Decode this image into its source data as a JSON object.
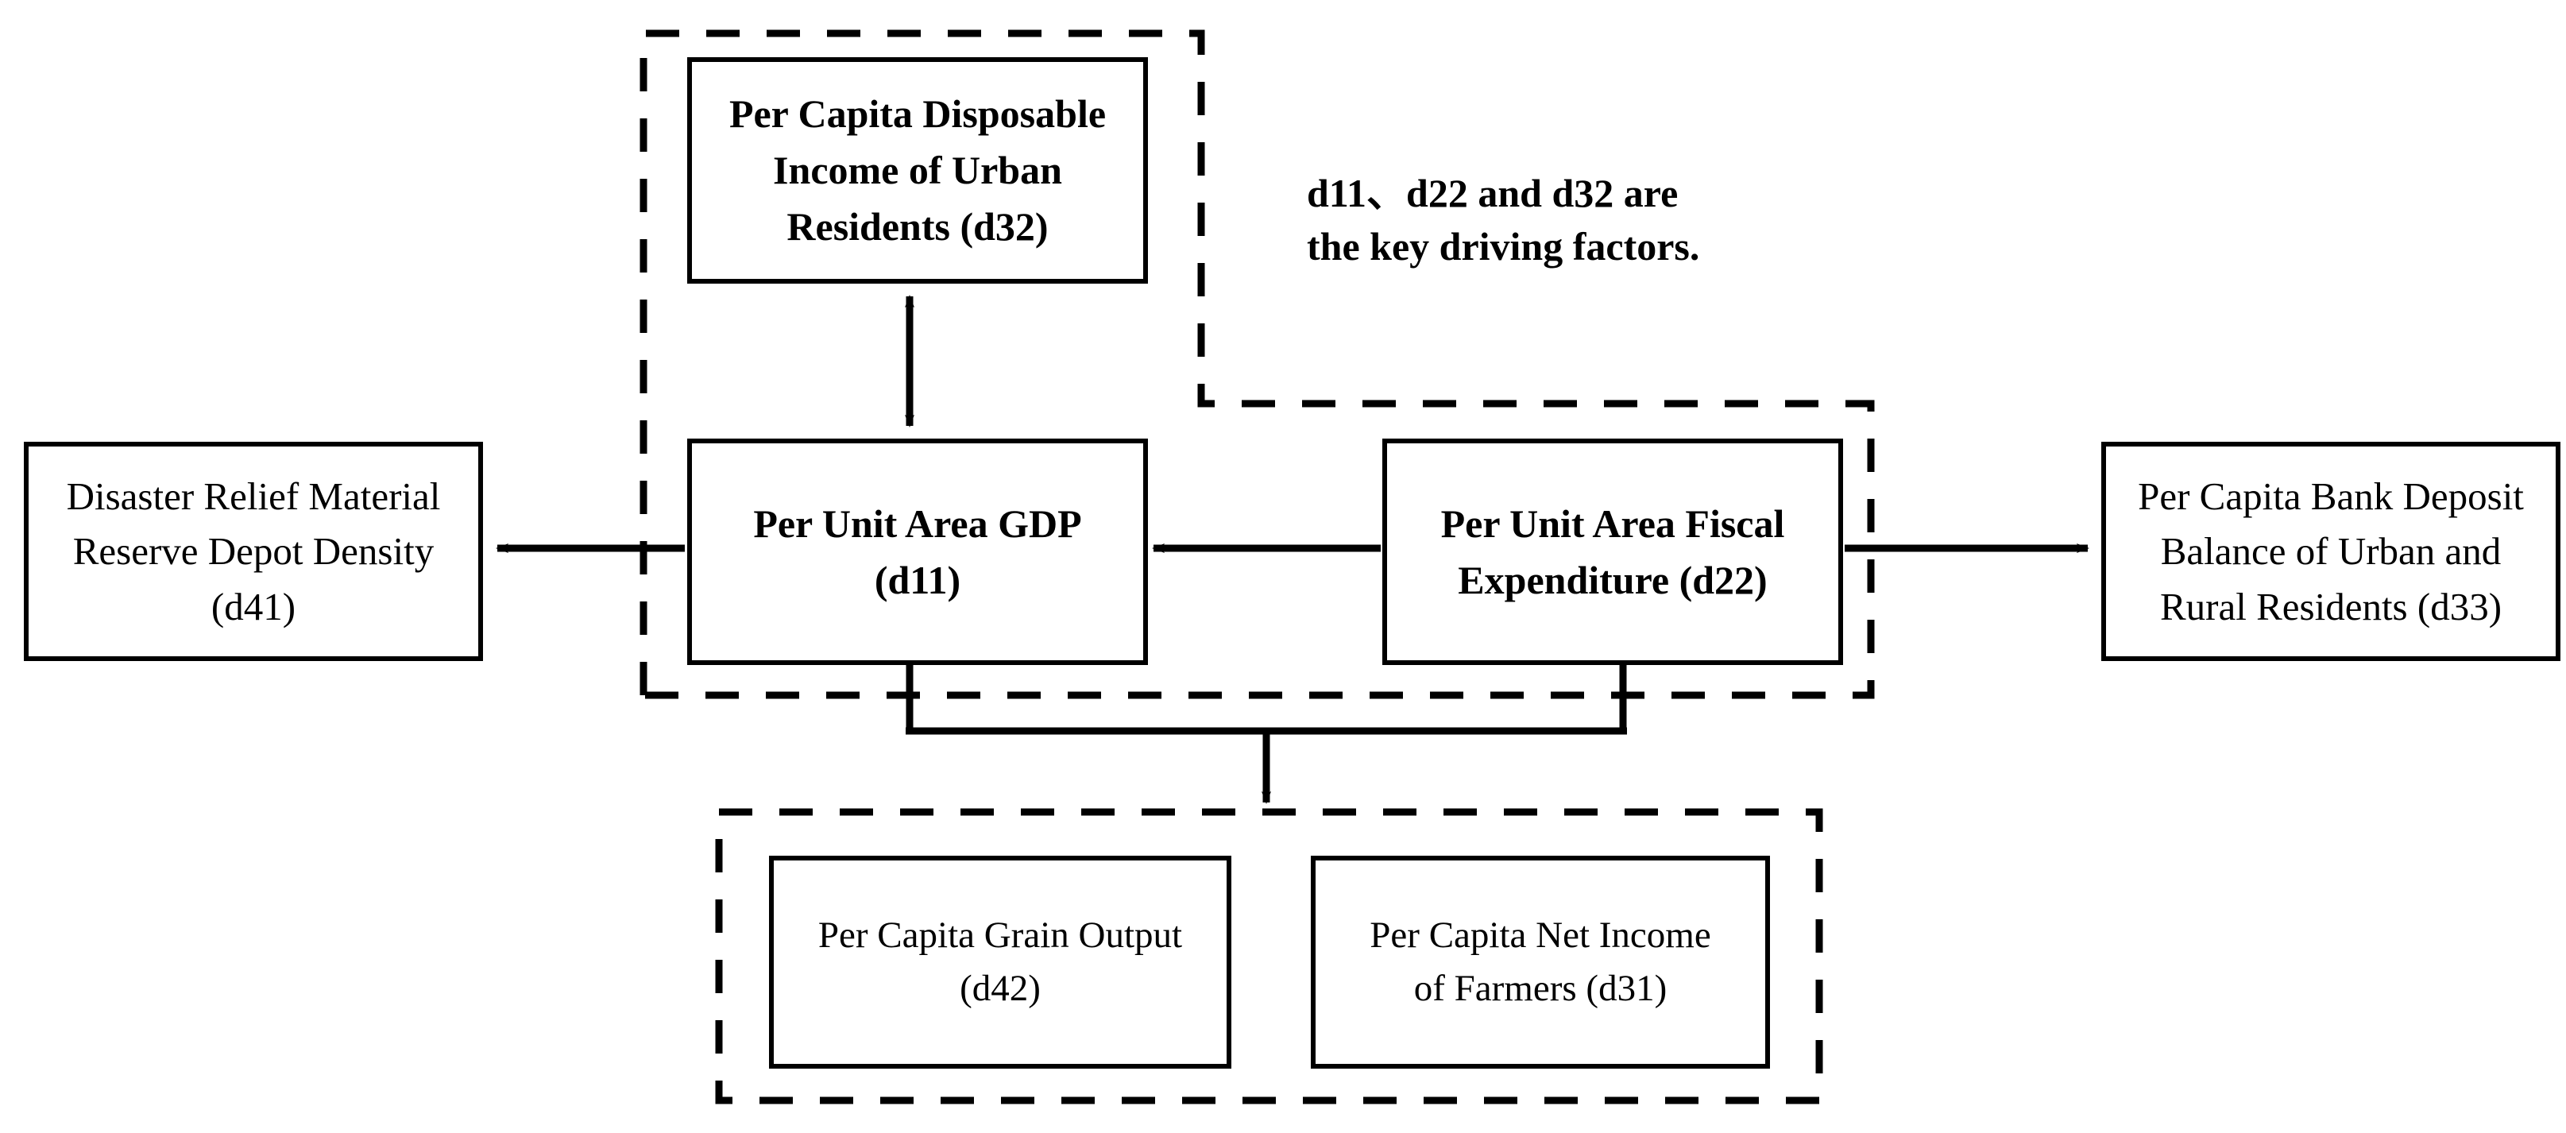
{
  "diagram": {
    "title_annotation": "d11、d22 and d32 are\nthe key driving factors.",
    "nodes": {
      "d32": {
        "label": "Per Capita Disposable\nIncome of Urban\nResidents (d32)",
        "code": "d32",
        "emphasis": "bold"
      },
      "d11": {
        "label": "Per Unit Area GDP\n(d11)",
        "code": "d11",
        "emphasis": "bold"
      },
      "d22": {
        "label": "Per Unit Area Fiscal\nExpenditure (d22)",
        "code": "d22",
        "emphasis": "bold"
      },
      "d41": {
        "label": "Disaster Relief Material\nReserve Depot Density\n(d41)",
        "code": "d41",
        "emphasis": "normal"
      },
      "d33": {
        "label": "Per Capita Bank Deposit\nBalance of Urban and\nRural Residents (d33)",
        "code": "d33",
        "emphasis": "normal"
      },
      "d42": {
        "label": "Per Capita Grain Output\n(d42)",
        "code": "d42",
        "emphasis": "normal"
      },
      "d31": {
        "label": "Per Capita Net Income\nof Farmers (d31)",
        "code": "d31",
        "emphasis": "normal"
      }
    },
    "groups": {
      "driving_factors_region": {
        "name": "key-driving-factors-region",
        "style": "dashed"
      },
      "outcome_region": {
        "name": "outcome-indicators-region",
        "style": "dashed"
      }
    },
    "edges": [
      {
        "from": "d32",
        "to": "d11",
        "direction": "bidirectional"
      },
      {
        "from": "d11",
        "to": "d41",
        "direction": "single"
      },
      {
        "from": "d22",
        "to": "d11",
        "direction": "single"
      },
      {
        "from": "d22",
        "to": "d33",
        "direction": "single"
      },
      {
        "from": "d11+d22",
        "to": "outcome_region",
        "direction": "single"
      }
    ],
    "colors": {
      "stroke": "#000000",
      "background": "#ffffff"
    }
  }
}
